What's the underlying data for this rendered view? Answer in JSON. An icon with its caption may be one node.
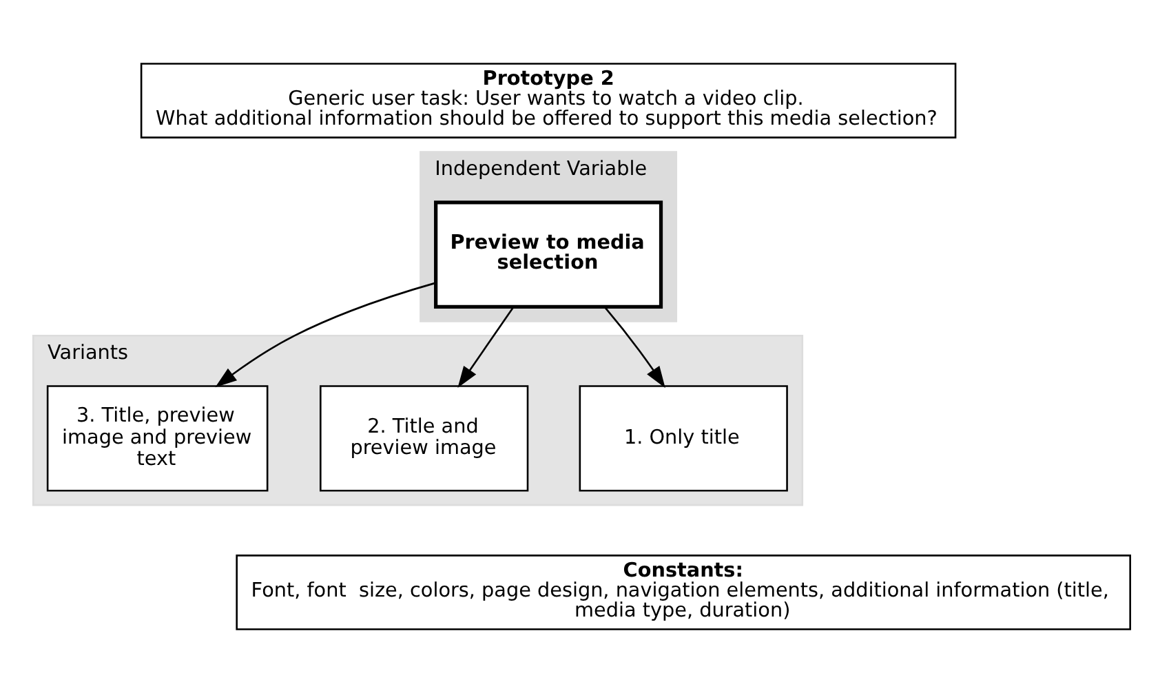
{
  "diagram": {
    "nodes": [
      {
        "text": [
          "Prototype 2",
          "Generic user task: User wants to watch a video clip.",
          "What additional information should be offered to support this media selection?"
        ]
      },
      {
        "text": [
          "Independent Variable"
        ]
      },
      {
        "text": [
          "Preview to media selection"
        ],
        "in": 1
      },
      {
        "text": [
          "Variants"
        ]
      },
      {
        "text": [
          "1. Only title"
        ],
        "in": 3
      },
      {
        "text": [
          "2. Title and preview image"
        ],
        "in": 3
      },
      {
        "text": [
          "3. Title, preview image and preview text"
        ],
        "in": 3
      },
      {
        "text": [
          "Constants:",
          "Font, font  size, colors, page design, navigation elements, additional information (title,  media type, duration)"
        ]
      }
    ],
    "edges": [
      {
        "from": 2,
        "to": 4,
        "arrow": "to"
      },
      {
        "from": 2,
        "to": 5,
        "arrow": "to"
      },
      {
        "from": 2,
        "to": 6,
        "arrow": "to"
      }
    ]
  }
}
